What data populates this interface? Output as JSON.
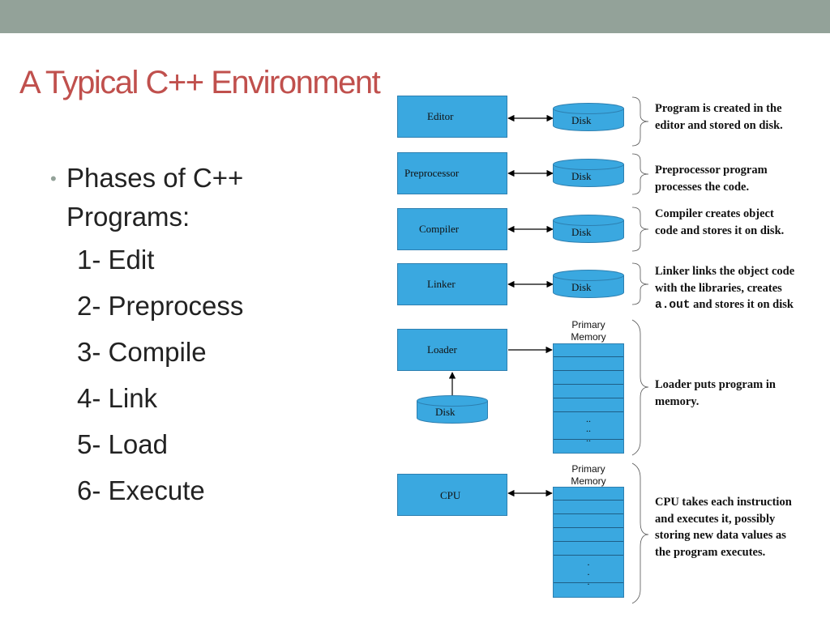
{
  "slide": {
    "title": "A Typical C++ Environment",
    "bullet": {
      "line1": "Phases of C++",
      "line2": "Programs:"
    },
    "phases": [
      "1- Edit",
      "2- Preprocess",
      "3- Compile",
      "4- Link",
      "5- Load",
      "6- Execute"
    ]
  },
  "diagram": {
    "box_color": "#3aa8e0",
    "steps": [
      {
        "label": "Editor",
        "disk": "Disk",
        "description": "Program is created in the editor and stored on disk."
      },
      {
        "label": "Preprocessor",
        "disk": "Disk",
        "description": "Preprocessor program processes the code."
      },
      {
        "label": "Compiler",
        "disk": "Disk",
        "description": "Compiler creates object code and stores it on disk."
      },
      {
        "label": "Linker",
        "disk": "Disk",
        "description_prefix": "Linker links the object code with the libraries, creates ",
        "description_code": "a.out",
        "description_suffix": " and stores it on disk"
      },
      {
        "label": "Loader",
        "disk": "Disk",
        "memory_label": "Primary Memory",
        "description": "Loader puts program in memory."
      },
      {
        "label": "CPU",
        "memory_label": "Primary Memory",
        "description": "CPU takes each instruction and executes it, possibly storing new data values as the program executes."
      }
    ]
  }
}
